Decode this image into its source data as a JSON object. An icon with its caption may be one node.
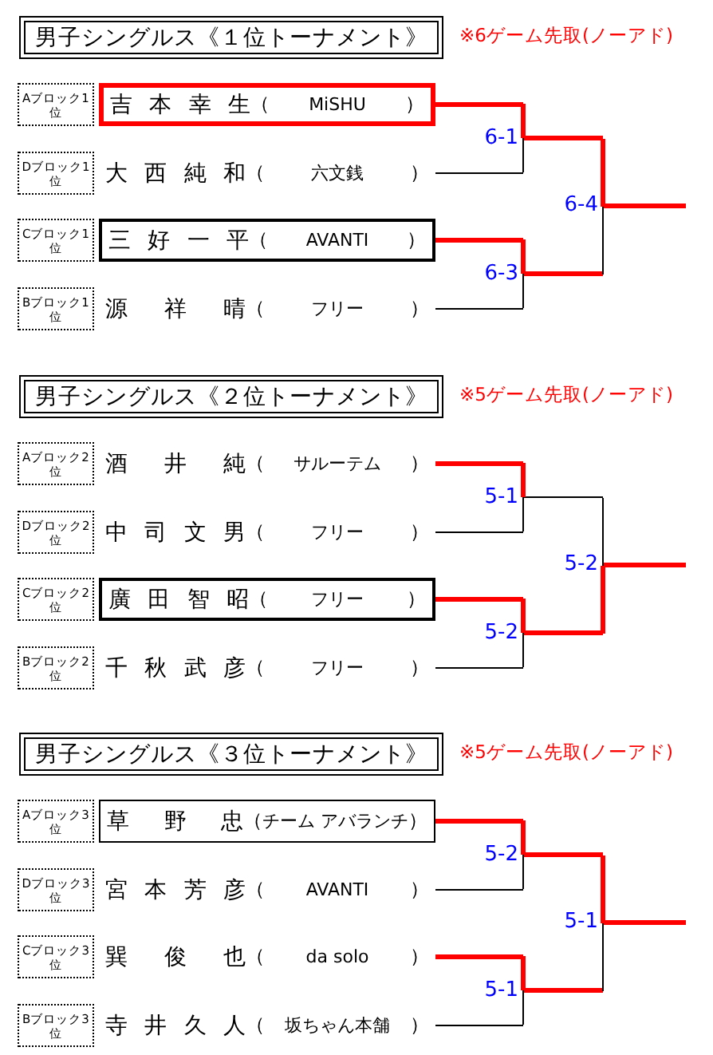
{
  "diagram": {
    "nodes": [
      {
        "text": [
          "男子シングルス《１位トーナメント》"
        ],
        "beside": [
          "※6ゲーム先取(ノーアド)"
        ]
      },
      {
        "text": [
          "Aブロック1位"
        ]
      },
      {
        "text": [
          "吉本幸生",
          "（",
          "MiSHU",
          "）"
        ]
      },
      {
        "text": [
          "Dブロック1位"
        ]
      },
      {
        "text": [
          "大西純和",
          "（",
          "六文銭",
          "）"
        ]
      },
      {
        "text": [
          "Cブロック1位"
        ]
      },
      {
        "text": [
          "三好一平",
          "（",
          "AVANTI",
          "）"
        ]
      },
      {
        "text": [
          "Bブロック1位"
        ]
      },
      {
        "text": [
          "源祥晴",
          "（",
          "フリー",
          "）"
        ]
      },
      {
        "text": [
          "6-1"
        ]
      },
      {
        "text": [
          "6-3"
        ]
      },
      {
        "text": [
          "6-4"
        ]
      },
      {
        "text": [
          "男子シングルス《２位トーナメント》"
        ],
        "beside": [
          "※5ゲーム先取(ノーアド)"
        ]
      },
      {
        "text": [
          "Aブロック2位"
        ]
      },
      {
        "text": [
          "酒井純",
          "（",
          "サルーテム",
          "）"
        ]
      },
      {
        "text": [
          "Dブロック2位"
        ]
      },
      {
        "text": [
          "中司文男",
          "（",
          "フリー",
          "）"
        ]
      },
      {
        "text": [
          "Cブロック2位"
        ]
      },
      {
        "text": [
          "廣田智昭",
          "（",
          "フリー",
          "）"
        ]
      },
      {
        "text": [
          "Bブロック2位"
        ]
      },
      {
        "text": [
          "千秋武彦",
          "（",
          "フリー",
          "）"
        ]
      },
      {
        "text": [
          "5-1"
        ]
      },
      {
        "text": [
          "5-2"
        ]
      },
      {
        "text": [
          "5-2"
        ]
      },
      {
        "text": [
          "男子シングルス《３位トーナメント》"
        ],
        "beside": [
          "※5ゲーム先取(ノーアド)"
        ]
      },
      {
        "text": [
          "Aブロック3位"
        ]
      },
      {
        "text": [
          "草野忠",
          "（",
          "チーム アバランチ",
          "）"
        ]
      },
      {
        "text": [
          "Dブロック3位"
        ]
      },
      {
        "text": [
          "宮本芳彦",
          "（",
          "AVANTI",
          "）"
        ]
      },
      {
        "text": [
          "Cブロック3位"
        ]
      },
      {
        "text": [
          "巽俊也",
          "（",
          "da solo",
          "）"
        ]
      },
      {
        "text": [
          "Bブロック3位"
        ]
      },
      {
        "text": [
          "寺井久人",
          "（",
          "坂ちゃん本舗",
          "）"
        ]
      },
      {
        "text": [
          "5-2"
        ]
      },
      {
        "text": [
          "5-1"
        ]
      },
      {
        "text": [
          "5-1"
        ]
      }
    ],
    "edges": [
      {
        "from": 2,
        "to": 9,
        "arrow": "none"
      },
      {
        "from": 4,
        "to": 9,
        "arrow": "none",
        "color": "#000000"
      },
      {
        "from": 6,
        "to": 10,
        "arrow": "none"
      },
      {
        "from": 8,
        "to": 10,
        "arrow": "none",
        "color": "#000000"
      },
      {
        "from": 9,
        "to": 11,
        "arrow": "none"
      },
      {
        "from": 10,
        "to": 11,
        "arrow": "none"
      },
      {
        "from": 11,
        "to": null,
        "arrow": "none"
      },
      {
        "from": 14,
        "to": 21,
        "arrow": "none"
      },
      {
        "from": 16,
        "to": 21,
        "arrow": "none",
        "color": "#000000"
      },
      {
        "from": 18,
        "to": 22,
        "arrow": "none"
      },
      {
        "from": 20,
        "to": 22,
        "arrow": "none",
        "color": "#000000"
      },
      {
        "from": 21,
        "to": 23,
        "arrow": "none",
        "color": "#000000"
      },
      {
        "from": 22,
        "to": 23,
        "arrow": "none"
      },
      {
        "from": 23,
        "to": null,
        "arrow": "none"
      },
      {
        "from": 26,
        "to": 33,
        "arrow": "none"
      },
      {
        "from": 28,
        "to": 33,
        "arrow": "none",
        "color": "#000000"
      },
      {
        "from": 30,
        "to": 34,
        "arrow": "none"
      },
      {
        "from": 32,
        "to": 34,
        "arrow": "none",
        "color": "#000000"
      },
      {
        "from": 33,
        "to": 35,
        "arrow": "none"
      },
      {
        "from": 34,
        "to": 35,
        "arrow": "none"
      },
      {
        "from": 35,
        "to": null,
        "arrow": "none"
      }
    ]
  }
}
